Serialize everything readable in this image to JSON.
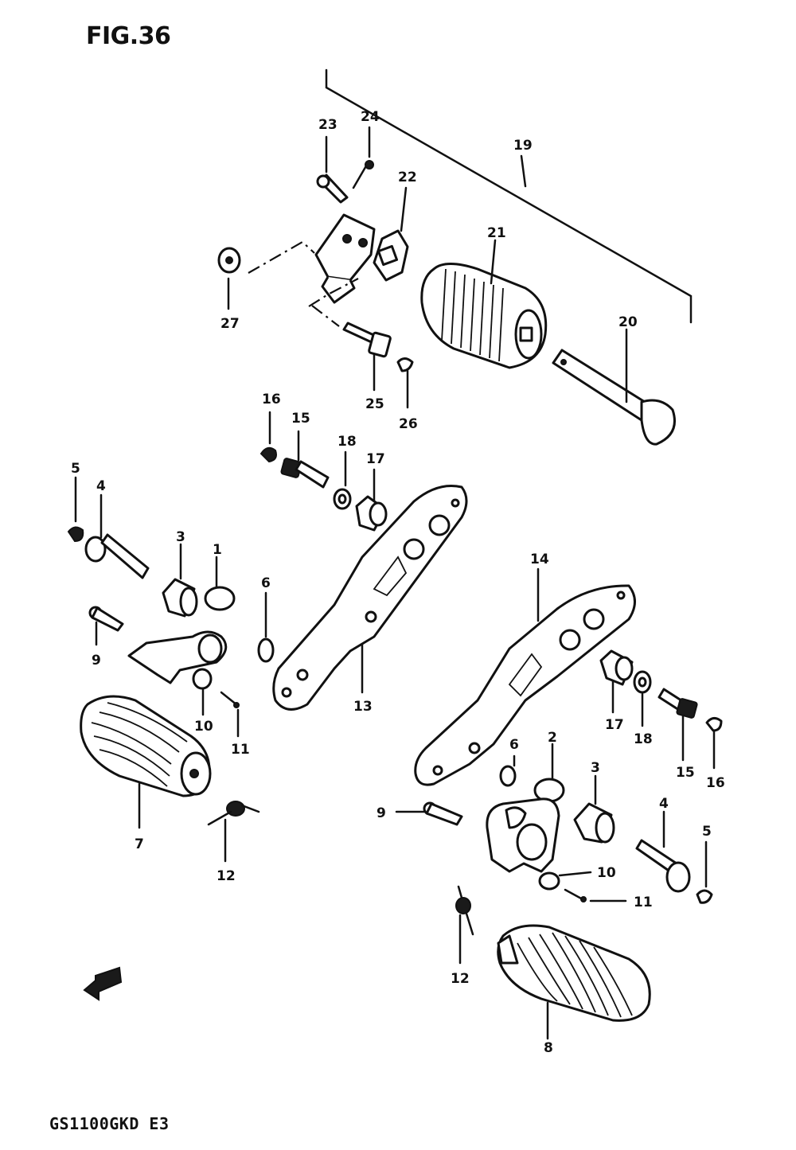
{
  "figure_label": "FIG.36",
  "model_code": "GS1100GKD E3",
  "callouts": [
    "1",
    "2",
    "3",
    "4",
    "5",
    "6",
    "7",
    "8",
    "9",
    "10",
    "11",
    "12",
    "13",
    "14",
    "15",
    "16",
    "17",
    "18",
    "19",
    "20",
    "21",
    "22",
    "23",
    "24",
    "25",
    "26",
    "27"
  ]
}
